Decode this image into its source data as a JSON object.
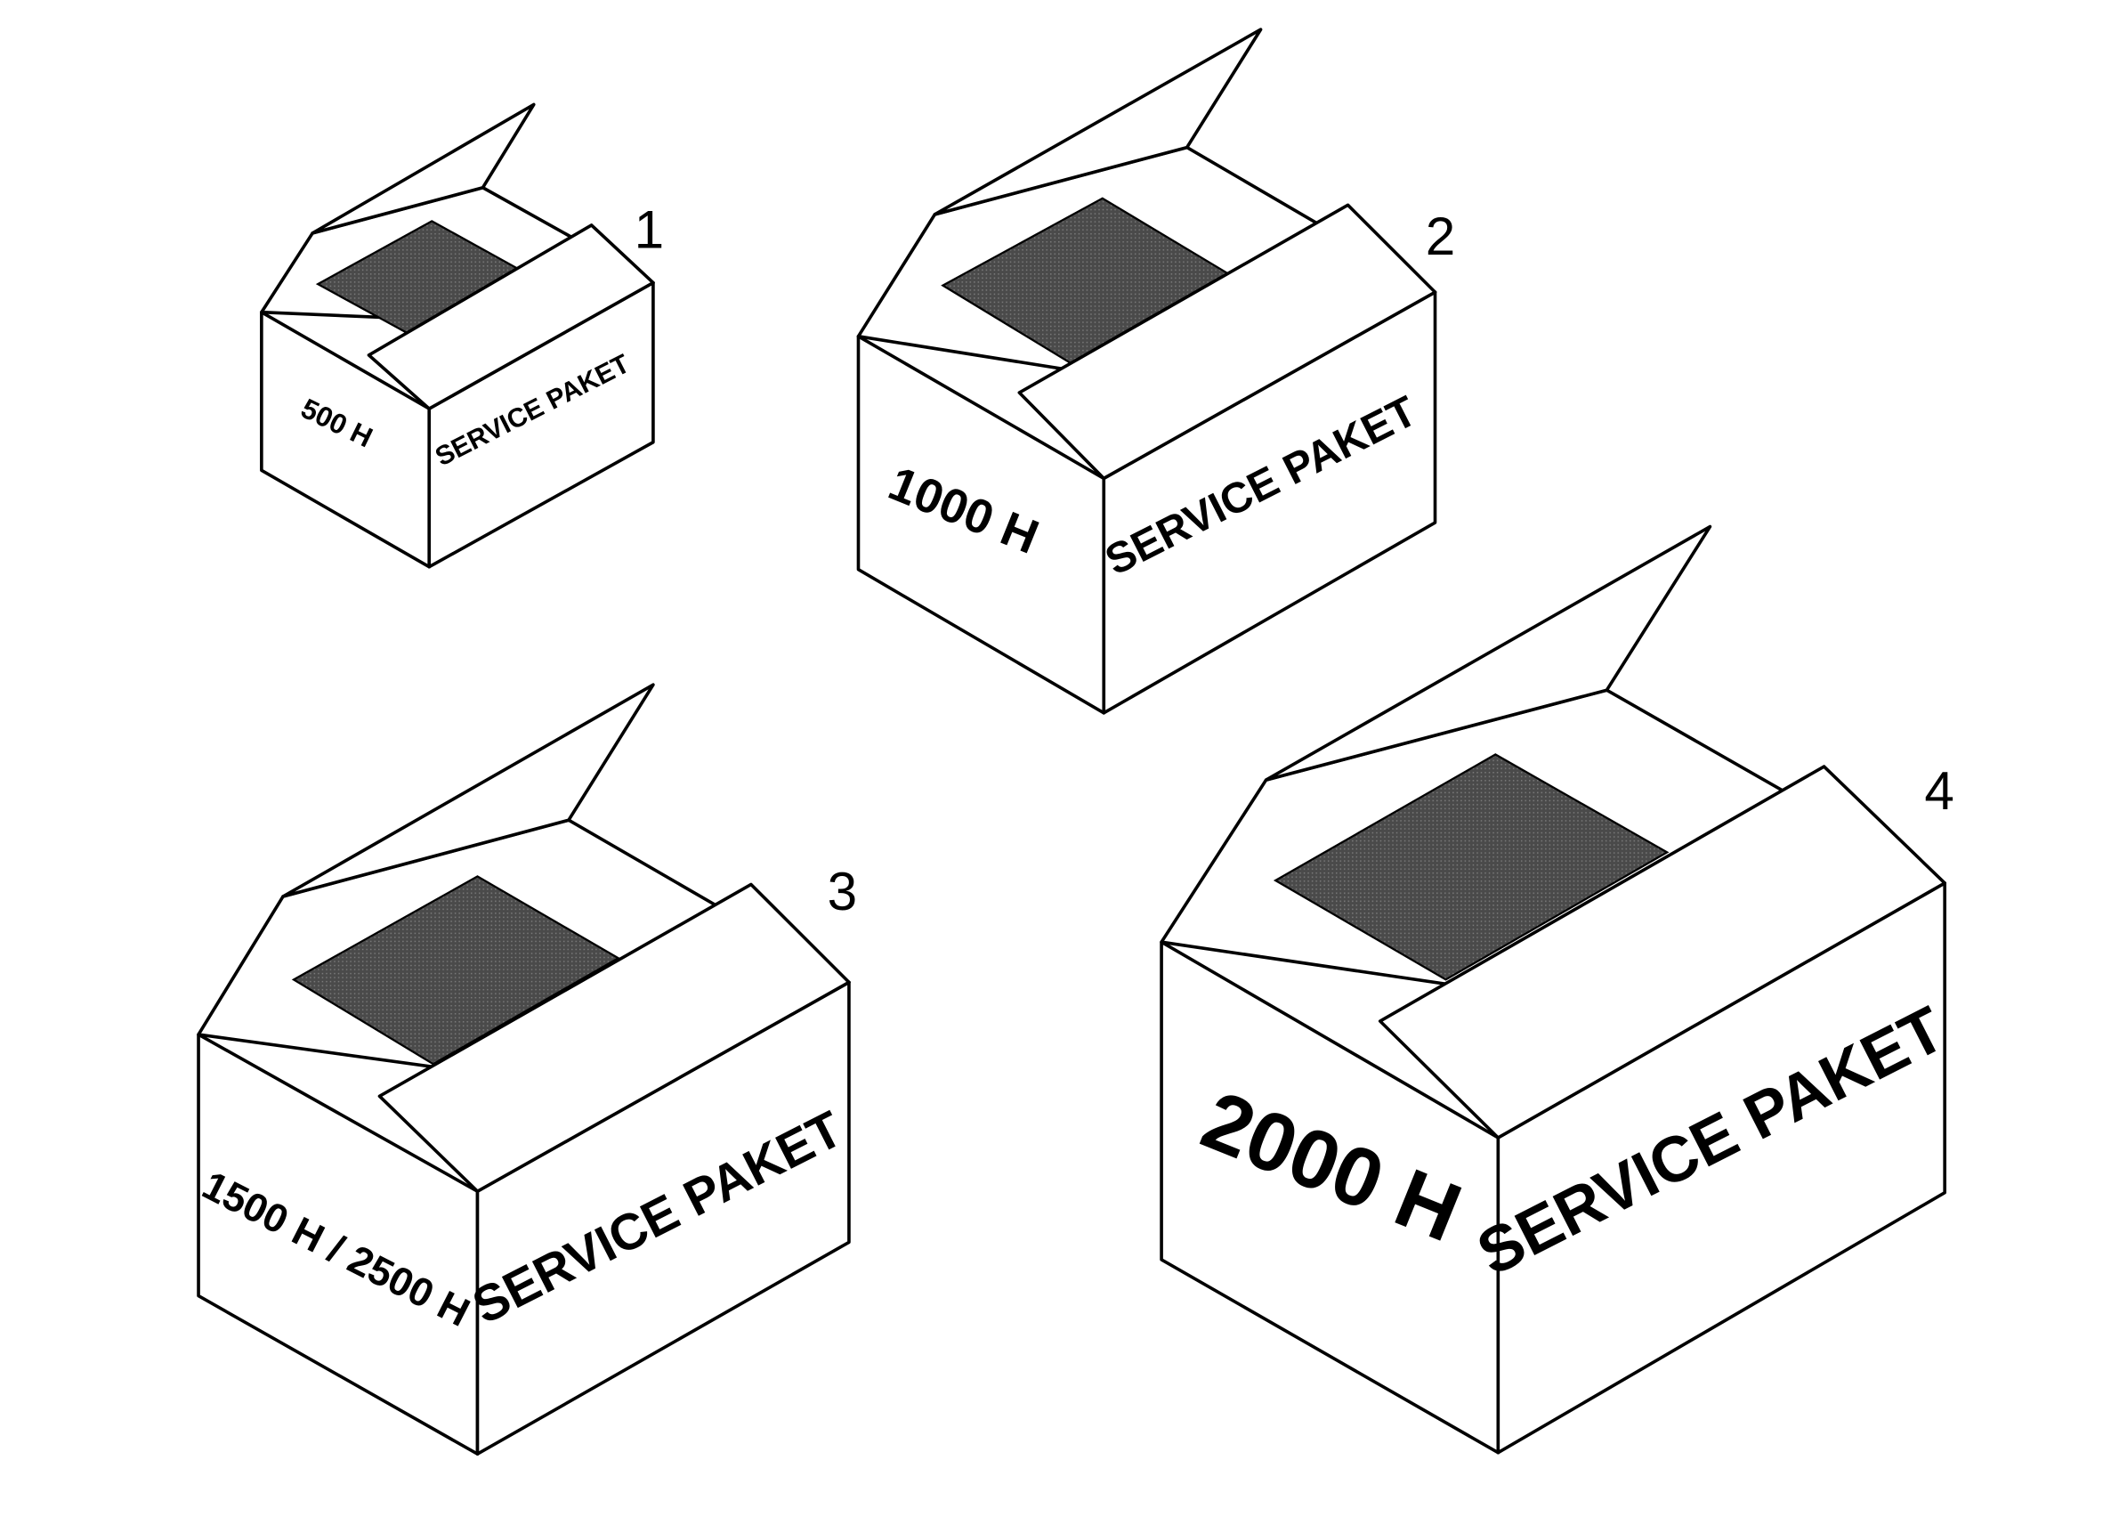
{
  "boxes": [
    {
      "number": "1",
      "side_label": "500 H",
      "front_label": "SERVICE PAKET"
    },
    {
      "number": "2",
      "side_label": "1000 H",
      "front_label": "SERVICE PAKET"
    },
    {
      "number": "3",
      "side_label": "1500 H / 2500 H",
      "front_label": "SERVICE PAKET"
    },
    {
      "number": "4",
      "side_label": "2000 H",
      "front_label": "SERVICE PAKET"
    }
  ],
  "colors": {
    "line": "#000000",
    "background": "#ffffff",
    "contents": "#4a4a4a"
  }
}
